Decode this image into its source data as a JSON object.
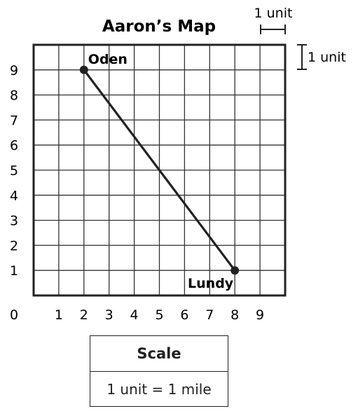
{
  "title": "Aaron’s Map",
  "unit_legend": {
    "horizontal_label": "1 unit",
    "vertical_label": "1 unit"
  },
  "grid": {
    "x_min": 0,
    "x_max": 10,
    "y_min": 0,
    "y_max": 10,
    "x_ticks": [
      "0",
      "1",
      "2",
      "3",
      "4",
      "5",
      "6",
      "7",
      "8",
      "9"
    ],
    "y_ticks": [
      "1",
      "2",
      "3",
      "4",
      "5",
      "6",
      "7",
      "8",
      "9"
    ]
  },
  "points": [
    {
      "name": "Oden",
      "x": 2,
      "y": 9
    },
    {
      "name": "Lundy",
      "x": 8,
      "y": 1
    }
  ],
  "scale": {
    "header": "Scale",
    "text": "1 unit = 1 mile"
  }
}
